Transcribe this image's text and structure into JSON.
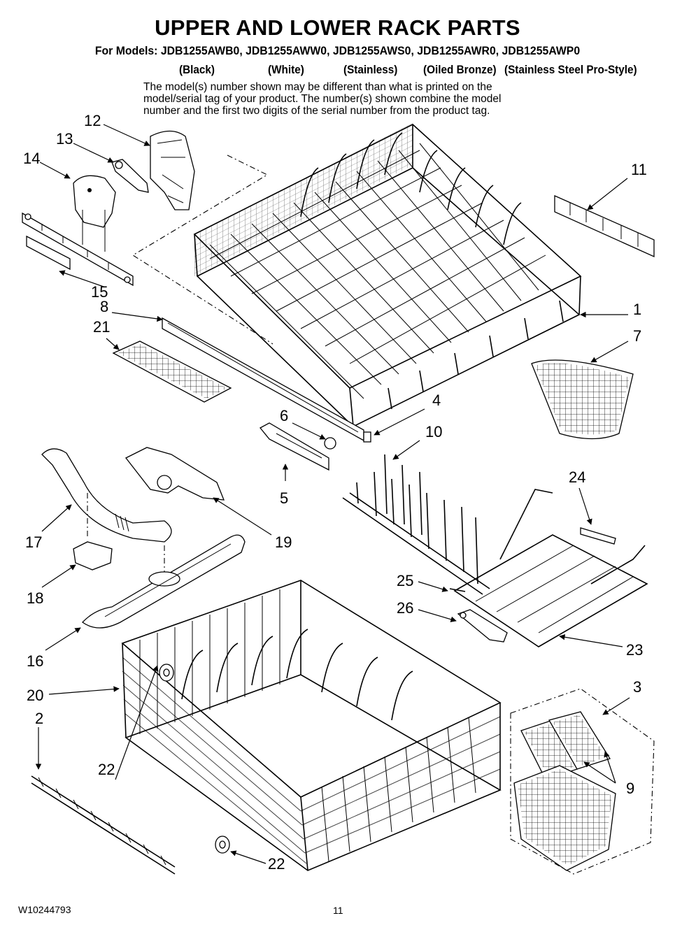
{
  "header": {
    "title": "UPPER AND LOWER RACK PARTS",
    "models": "For Models: JDB1255AWB0, JDB1255AWW0, JDB1255AWS0, JDB1255AWR0, JDB1255AWP0",
    "colors": [
      "(Black)",
      "(White)",
      "(Stainless)",
      "(Oiled Bronze)",
      "(Stainless Steel Pro-Style)"
    ],
    "note": "The model(s) number shown may be different than what is printed on the model/serial tag of your product. The number(s) shown combine the model number and the first two digits of the serial number from the product tag."
  },
  "callouts": [
    "1",
    "2",
    "3",
    "4",
    "5",
    "6",
    "7",
    "8",
    "9",
    "10",
    "11",
    "12",
    "13",
    "14",
    "15",
    "16",
    "17",
    "18",
    "19",
    "20",
    "21",
    "22",
    "22",
    "23",
    "24",
    "25",
    "26"
  ],
  "footer": {
    "doc_number": "W10244793",
    "page_number": "11"
  }
}
